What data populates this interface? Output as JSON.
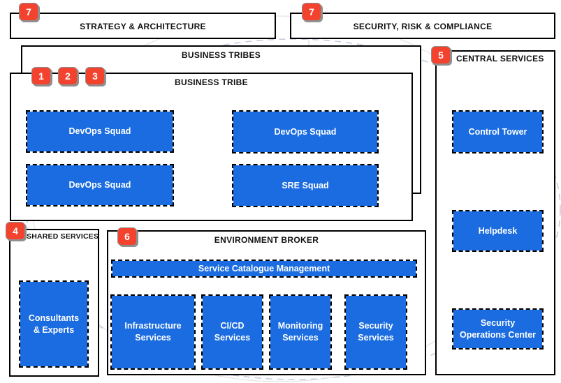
{
  "colors": {
    "node_blue": "#1A6CE0",
    "badge_red": "#F3422E",
    "badge_border_gray": "#8F8F8F",
    "frame_border": "#000000",
    "decor_dash_gray": "#c3cadb"
  },
  "top": {
    "strategy": {
      "badge": "7",
      "label": "STRATEGY & ARCHITECTURE"
    },
    "security": {
      "badge": "7",
      "label": "SECURITY, RISK & COMPLIANCE"
    }
  },
  "business_tribes": {
    "label": "BUSINESS TRIBES",
    "tribe": {
      "label": "BUSINESS TRIBE",
      "badges": [
        "1",
        "2",
        "3"
      ],
      "squads": [
        {
          "label": "DevOps Squad"
        },
        {
          "label": "DevOps Squad"
        },
        {
          "label": "DevOps Squad"
        },
        {
          "label": "SRE Squad"
        }
      ]
    }
  },
  "central_services": {
    "badge": "5",
    "label": "CENTRAL SERVICES",
    "items": [
      {
        "label": "Control Tower"
      },
      {
        "label": "Helpdesk"
      },
      {
        "label": "Security Operations Center"
      }
    ]
  },
  "shared_services": {
    "badge": "4",
    "label": "SHARED SERVICES",
    "items": [
      {
        "label": "Consultants & Experts"
      }
    ]
  },
  "environment_broker": {
    "badge": "6",
    "label": "ENVIRONMENT BROKER",
    "catalogue": {
      "label": "Service Catalogue Management"
    },
    "services": [
      {
        "label": "Infrastructure Services"
      },
      {
        "label": "CI/CD Services"
      },
      {
        "label": "Monitoring Services"
      },
      {
        "label": "Security Services"
      }
    ]
  }
}
